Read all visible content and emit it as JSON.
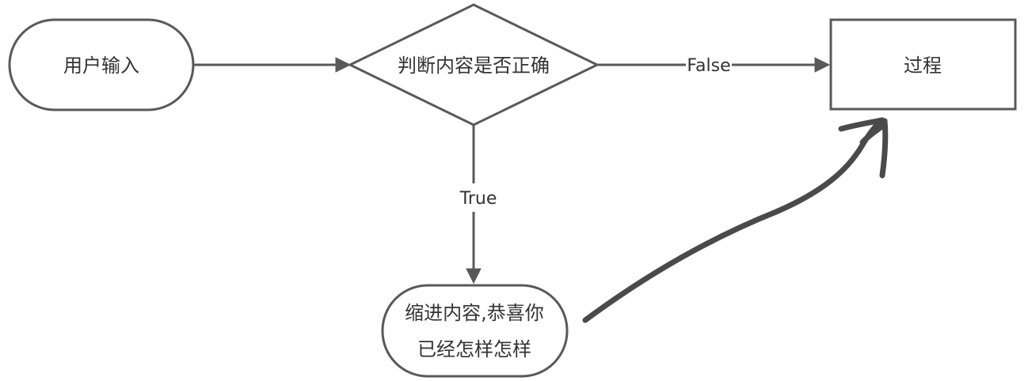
{
  "diagram": {
    "type": "flowchart",
    "nodes": {
      "user_input": {
        "label": "用户输入",
        "shape": "terminal"
      },
      "decision": {
        "label": "判断内容是否正确",
        "shape": "diamond"
      },
      "process": {
        "label": "过程",
        "shape": "rectangle"
      },
      "result": {
        "lines": [
          "缩进内容,恭喜你",
          "已经怎样怎样"
        ],
        "shape": "terminal"
      }
    },
    "edges": {
      "input_to_decision": {
        "from": "用户输入",
        "to": "判断内容是否正确"
      },
      "decision_false": {
        "from": "判断内容是否正确",
        "to": "过程",
        "label": "False"
      },
      "decision_true": {
        "from": "判断内容是否正确",
        "to": "缩进内容,恭喜你已经怎样怎样",
        "label": "True"
      },
      "handdrawn": {
        "from": "缩进内容,恭喜你已经怎样怎样",
        "to": "过程",
        "style": "hand-drawn annotation"
      }
    },
    "colors": {
      "stroke": "#595959",
      "text": "#333333",
      "background": "#ffffff",
      "handdrawn": "#4a4a4a"
    }
  }
}
